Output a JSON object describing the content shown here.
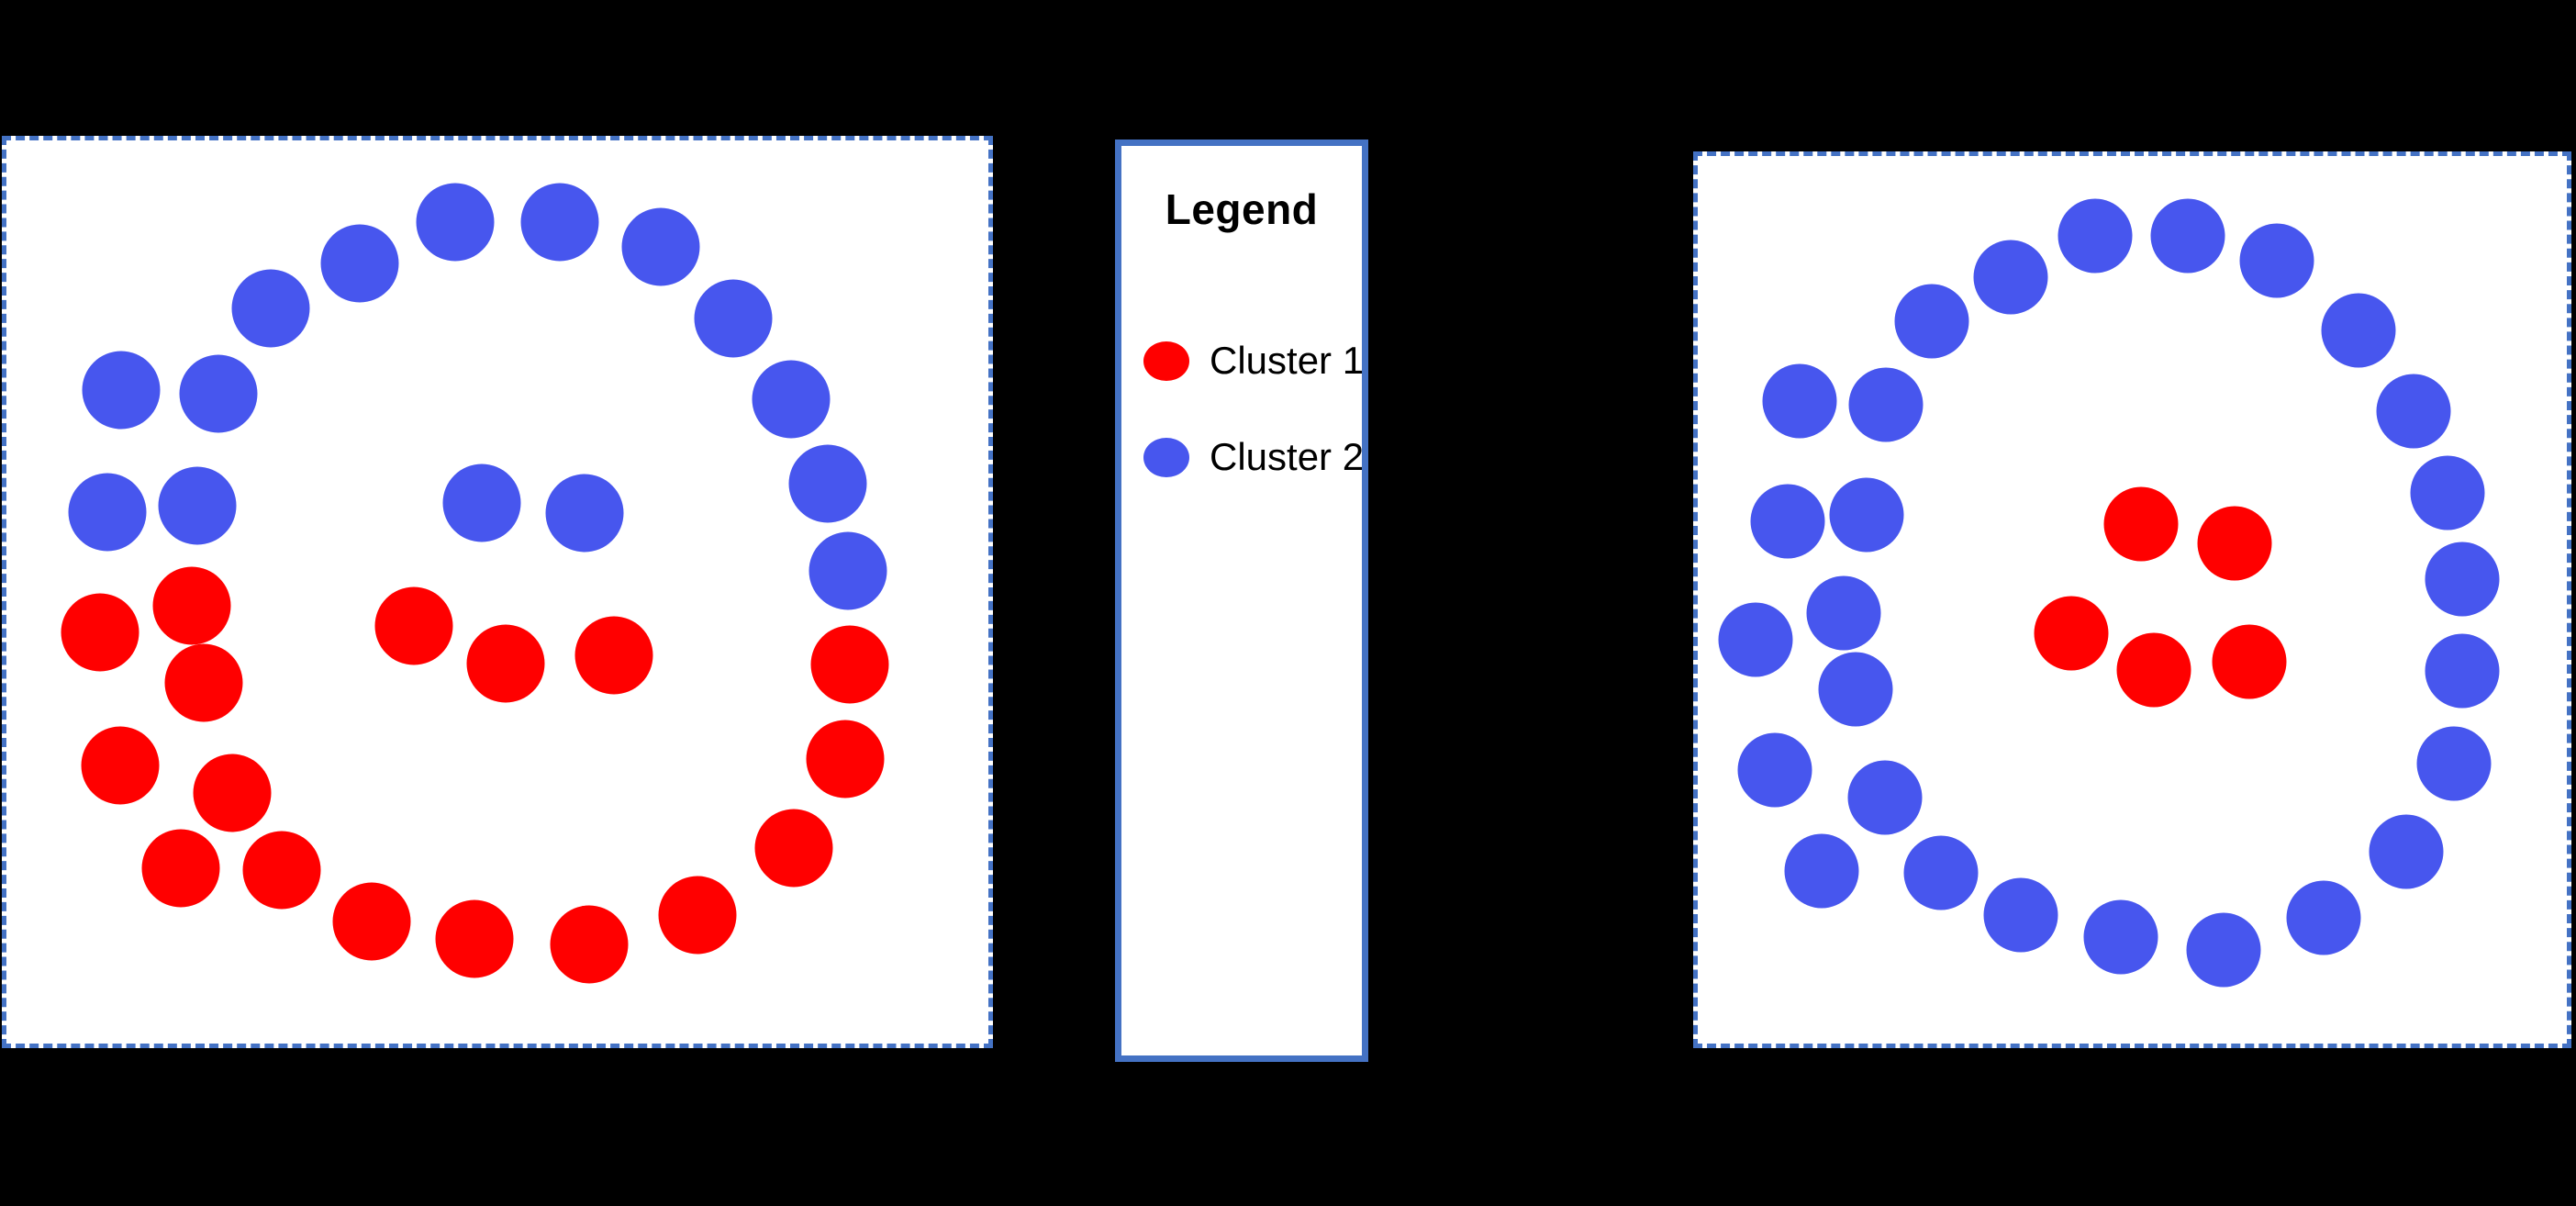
{
  "background_color": "#000000",
  "panel_border_color": "#4472C4",
  "colors": {
    "cluster_1": "#FF0000",
    "cluster_2": "#4756EE"
  },
  "legend": {
    "title": "Legend",
    "entries": [
      {
        "label": "Cluster 1",
        "color": "#FF0000",
        "marker": "circle"
      },
      {
        "label": "Cluster 2",
        "color": "#4756EE",
        "marker": "circle"
      }
    ]
  },
  "chart_data": {
    "type": "scatter",
    "title": "",
    "xlabel": "",
    "ylabel": "",
    "grid": false,
    "legend_position": "center",
    "axis_ranges": {
      "xlim": [
        0,
        100
      ],
      "ylim": [
        0,
        100
      ]
    },
    "marker_style": "filled-circle",
    "series": [
      {
        "name": "Cluster 1",
        "color": "#FF0000"
      },
      {
        "name": "Cluster 2",
        "color": "#4756EE"
      }
    ],
    "panels": [
      {
        "name": "left-panel",
        "border": "dashed",
        "points": [
          {
            "x": 26.9,
            "y": 81.4,
            "cluster": "Cluster 2"
          },
          {
            "x": 36.0,
            "y": 86.4,
            "cluster": "Cluster 2"
          },
          {
            "x": 45.7,
            "y": 91.0,
            "cluster": "Cluster 2"
          },
          {
            "x": 56.4,
            "y": 91.0,
            "cluster": "Cluster 2"
          },
          {
            "x": 66.6,
            "y": 88.2,
            "cluster": "Cluster 2"
          },
          {
            "x": 74.0,
            "y": 80.3,
            "cluster": "Cluster 2"
          },
          {
            "x": 79.9,
            "y": 71.3,
            "cluster": "Cluster 2"
          },
          {
            "x": 83.6,
            "y": 62.0,
            "cluster": "Cluster 2"
          },
          {
            "x": 85.7,
            "y": 52.3,
            "cluster": "Cluster 2"
          },
          {
            "x": 11.7,
            "y": 72.4,
            "cluster": "Cluster 2"
          },
          {
            "x": 21.6,
            "y": 72.0,
            "cluster": "Cluster 2"
          },
          {
            "x": 10.3,
            "y": 58.8,
            "cluster": "Cluster 2"
          },
          {
            "x": 19.4,
            "y": 59.6,
            "cluster": "Cluster 2"
          },
          {
            "x": 85.9,
            "y": 42.0,
            "cluster": "Cluster 1"
          },
          {
            "x": 85.4,
            "y": 31.5,
            "cluster": "Cluster 1"
          },
          {
            "x": 80.2,
            "y": 21.6,
            "cluster": "Cluster 1"
          },
          {
            "x": 70.4,
            "y": 14.2,
            "cluster": "Cluster 1"
          },
          {
            "x": 59.3,
            "y": 11.0,
            "cluster": "Cluster 1"
          },
          {
            "x": 47.7,
            "y": 11.6,
            "cluster": "Cluster 1"
          },
          {
            "x": 37.2,
            "y": 13.5,
            "cluster": "Cluster 1"
          },
          {
            "x": 28.0,
            "y": 19.2,
            "cluster": "Cluster 1"
          },
          {
            "x": 17.8,
            "y": 19.4,
            "cluster": "Cluster 1"
          },
          {
            "x": 23.0,
            "y": 27.7,
            "cluster": "Cluster 1"
          },
          {
            "x": 11.6,
            "y": 30.8,
            "cluster": "Cluster 1"
          },
          {
            "x": 20.1,
            "y": 39.9,
            "cluster": "Cluster 1"
          },
          {
            "x": 9.5,
            "y": 45.5,
            "cluster": "Cluster 1"
          },
          {
            "x": 18.9,
            "y": 48.5,
            "cluster": "Cluster 1"
          },
          {
            "x": 48.4,
            "y": 59.9,
            "cluster": "Cluster 2"
          },
          {
            "x": 58.9,
            "y": 58.7,
            "cluster": "Cluster 2"
          },
          {
            "x": 41.5,
            "y": 46.2,
            "cluster": "Cluster 1"
          },
          {
            "x": 50.8,
            "y": 42.1,
            "cluster": "Cluster 1"
          },
          {
            "x": 61.9,
            "y": 43.0,
            "cluster": "Cluster 1"
          }
        ]
      },
      {
        "name": "right-panel",
        "border": "dashed",
        "points": [
          {
            "x": 26.9,
            "y": 81.4,
            "cluster": "Cluster 2"
          },
          {
            "x": 36.0,
            "y": 86.4,
            "cluster": "Cluster 2"
          },
          {
            "x": 45.7,
            "y": 91.0,
            "cluster": "Cluster 2"
          },
          {
            "x": 56.4,
            "y": 91.0,
            "cluster": "Cluster 2"
          },
          {
            "x": 66.6,
            "y": 88.2,
            "cluster": "Cluster 2"
          },
          {
            "x": 76.0,
            "y": 80.3,
            "cluster": "Cluster 2"
          },
          {
            "x": 82.4,
            "y": 71.3,
            "cluster": "Cluster 2"
          },
          {
            "x": 86.3,
            "y": 62.0,
            "cluster": "Cluster 2"
          },
          {
            "x": 88.0,
            "y": 52.3,
            "cluster": "Cluster 2"
          },
          {
            "x": 11.7,
            "y": 72.4,
            "cluster": "Cluster 2"
          },
          {
            "x": 21.6,
            "y": 72.0,
            "cluster": "Cluster 2"
          },
          {
            "x": 10.3,
            "y": 58.8,
            "cluster": "Cluster 2"
          },
          {
            "x": 19.4,
            "y": 59.6,
            "cluster": "Cluster 2"
          },
          {
            "x": 88.0,
            "y": 42.0,
            "cluster": "Cluster 2"
          },
          {
            "x": 87.0,
            "y": 31.5,
            "cluster": "Cluster 2"
          },
          {
            "x": 81.5,
            "y": 21.6,
            "cluster": "Cluster 2"
          },
          {
            "x": 72.0,
            "y": 14.2,
            "cluster": "Cluster 2"
          },
          {
            "x": 60.5,
            "y": 10.5,
            "cluster": "Cluster 2"
          },
          {
            "x": 48.7,
            "y": 12.0,
            "cluster": "Cluster 2"
          },
          {
            "x": 37.2,
            "y": 14.5,
            "cluster": "Cluster 2"
          },
          {
            "x": 28.0,
            "y": 19.2,
            "cluster": "Cluster 2"
          },
          {
            "x": 14.3,
            "y": 19.4,
            "cluster": "Cluster 2"
          },
          {
            "x": 21.5,
            "y": 27.7,
            "cluster": "Cluster 2"
          },
          {
            "x": 8.9,
            "y": 30.8,
            "cluster": "Cluster 2"
          },
          {
            "x": 18.2,
            "y": 39.9,
            "cluster": "Cluster 2"
          },
          {
            "x": 6.6,
            "y": 45.5,
            "cluster": "Cluster 2"
          },
          {
            "x": 16.8,
            "y": 48.5,
            "cluster": "Cluster 2"
          },
          {
            "x": 51.0,
            "y": 58.5,
            "cluster": "Cluster 1"
          },
          {
            "x": 61.8,
            "y": 56.4,
            "cluster": "Cluster 1"
          },
          {
            "x": 43.0,
            "y": 46.2,
            "cluster": "Cluster 1"
          },
          {
            "x": 52.5,
            "y": 42.1,
            "cluster": "Cluster 1"
          },
          {
            "x": 63.5,
            "y": 43.0,
            "cluster": "Cluster 1"
          }
        ]
      }
    ]
  }
}
